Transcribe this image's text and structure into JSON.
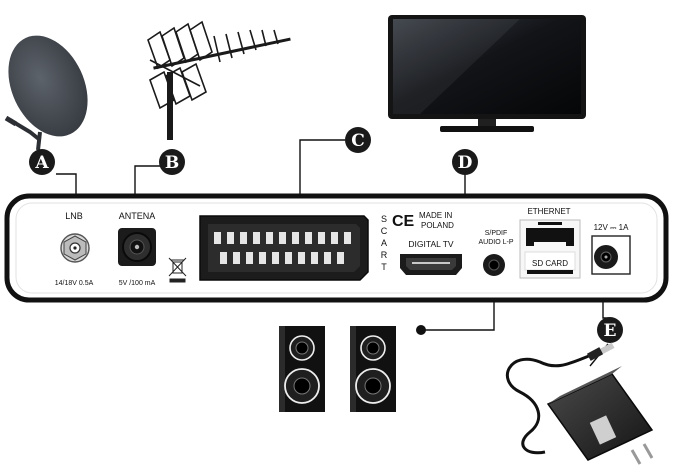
{
  "callouts": {
    "a": "A",
    "b": "B",
    "c": "C",
    "d": "D",
    "e": "E"
  },
  "panel": {
    "lnb_label": "LNB",
    "lnb_spec": "14/18V 0.5A",
    "antena_label": "ANTENA",
    "antena_spec": "5V /100 mA",
    "scart_letters": [
      "S",
      "C",
      "A",
      "R",
      "T"
    ],
    "ce_mark": "CE",
    "made_in_line1": "MADE IN",
    "made_in_line2": "POLAND",
    "digital_tv": "DIGITAL TV",
    "spdif_line1": "S/PDIF",
    "spdif_line2": "AUDIO L-P",
    "ethernet": "ETHERNET",
    "sd_card": "SD CARD",
    "power_spec": "12V ⎓ 1A"
  },
  "colors": {
    "outline": "#111111",
    "badge": "#1a1a1a",
    "dish": "#4a4e55",
    "tv_frame": "#151515",
    "adapter": "#2a2a2a"
  }
}
